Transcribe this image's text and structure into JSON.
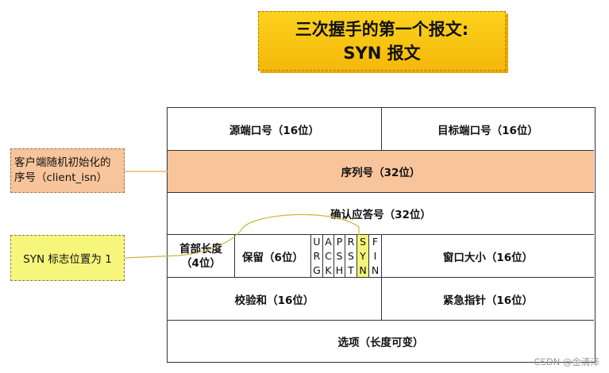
{
  "title": {
    "line1": "三次握手的第一个报文:",
    "line2": "SYN 报文"
  },
  "fields": {
    "src_port": "源端口号（16位）",
    "dst_port": "目标端口号（16位）",
    "seq": "序列号（32位）",
    "ack": "确认应答号（32位）",
    "hdr_len_line1": "首部长度",
    "hdr_len_line2": "（4位）",
    "reserved": "保留（6位）",
    "window": "窗口大小（16位）",
    "checksum": "校验和（16位）",
    "urgent": "紧急指针（16位）",
    "options": "选项（长度可变）"
  },
  "flags": [
    {
      "c1": "U",
      "c2": "R",
      "c3": "G"
    },
    {
      "c1": "A",
      "c2": "C",
      "c3": "K"
    },
    {
      "c1": "P",
      "c2": "S",
      "c3": "H"
    },
    {
      "c1": "R",
      "c2": "S",
      "c3": "T"
    },
    {
      "c1": "S",
      "c2": "Y",
      "c3": "N"
    },
    {
      "c1": "F",
      "c2": "I",
      "c3": "N"
    }
  ],
  "notes": {
    "seq_note_line1": "客户端随机初始化的",
    "seq_note_line2": "序号（client_isn）",
    "syn_note": "SYN 标志位置为 1"
  },
  "watermark": "CSDN @金清泽",
  "colors": {
    "title_bg": "#f7c41a",
    "seq_row": "#f8c49b",
    "syn_highlight": "#f4f47a",
    "seq_note_bg": "#f8c49b",
    "syn_note_bg": "#f6f67c",
    "connector": "#e8a84a"
  }
}
